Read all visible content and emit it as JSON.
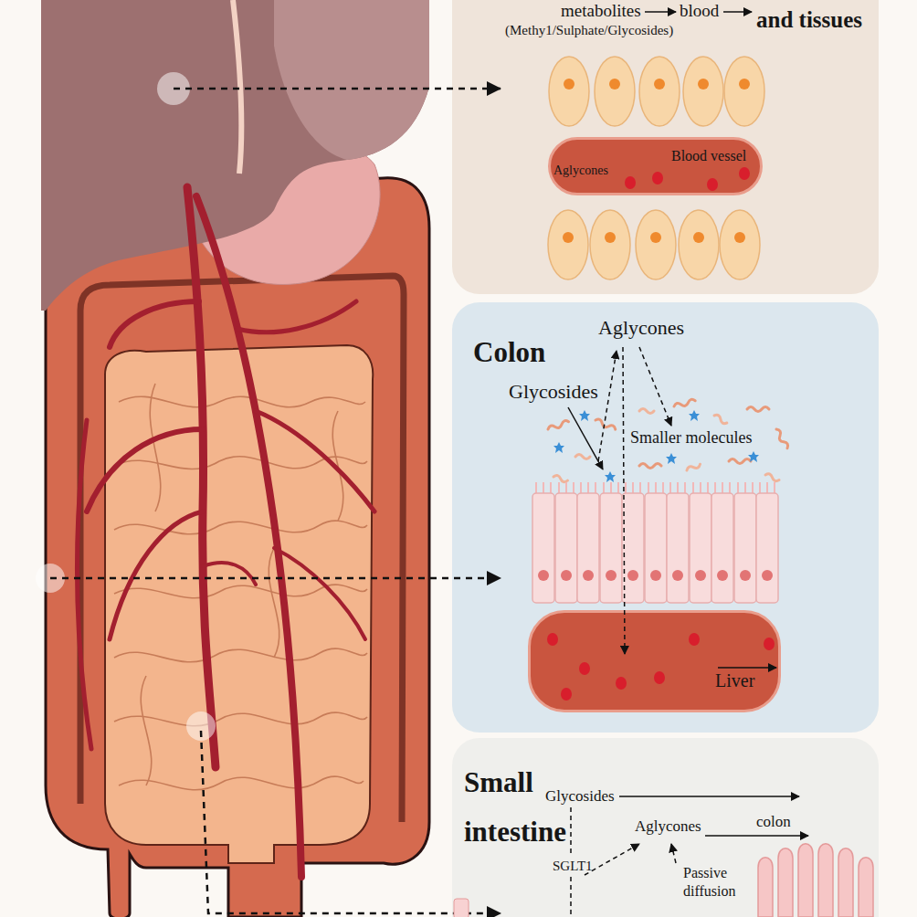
{
  "diagram": {
    "nodes": [
      {
        "text": [
          "metabolites",
          "blood",
          "and tissues",
          "(Methy1/Sulphate/Glycosides)"
        ]
      },
      {
        "text": [
          "Aglycones",
          "Blood vessel"
        ],
        "in": 0
      },
      {
        "text": [
          "Colon",
          "Aglycones",
          "Glycosides",
          "Smaller molecules"
        ]
      },
      {
        "text": [
          "Liver"
        ],
        "in": 2
      },
      {
        "text": [
          "Small intestine",
          "Glycosides",
          "Aglycones",
          "colon",
          "SGLT1",
          "Passive diffusion"
        ]
      }
    ]
  }
}
